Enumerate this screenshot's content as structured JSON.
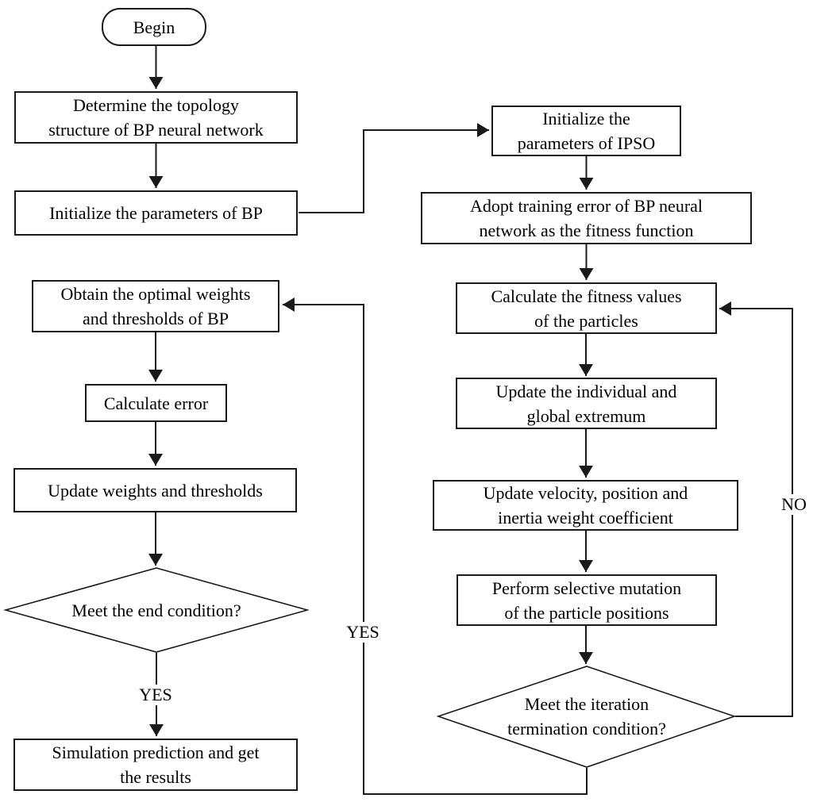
{
  "title": "IPSO-BP neural network flowchart",
  "colors": {
    "stroke": "#1a1a1a",
    "background": "#ffffff",
    "text": "#000000"
  },
  "nodes": {
    "begin": {
      "label": "Begin"
    },
    "determine_topology": {
      "label": [
        "Determine the topology",
        "structure of BP neural network"
      ]
    },
    "init_bp": {
      "label": "Initialize the parameters of BP"
    },
    "obtain_optimal": {
      "label": [
        "Obtain the optimal weights",
        "and thresholds of BP"
      ]
    },
    "calc_error": {
      "label": "Calculate error"
    },
    "update_weights": {
      "label": "Update weights and thresholds"
    },
    "end_condition": {
      "label": "Meet the end condition?"
    },
    "simulation": {
      "label": [
        "Simulation prediction and get",
        "the results"
      ]
    },
    "init_ipso": {
      "label": [
        "Initialize the",
        "parameters of IPSO"
      ]
    },
    "adopt_error": {
      "label": [
        "Adopt training error of BP neural",
        "network as the fitness function"
      ]
    },
    "calc_fitness": {
      "label": [
        "Calculate the fitness values",
        "of the particles"
      ]
    },
    "update_extremum": {
      "label": [
        "Update the individual and",
        "global extremum"
      ]
    },
    "update_velocity": {
      "label": [
        "Update velocity, position and",
        "inertia weight coefficient"
      ]
    },
    "mutation": {
      "label": [
        "Perform selective mutation",
        "of the particle positions"
      ]
    },
    "iteration_condition": {
      "label": [
        "Meet the iteration",
        "termination condition?"
      ]
    }
  },
  "edge_labels": {
    "yes_to_simulation": "YES",
    "yes_loop": "YES",
    "no_loop": "NO"
  }
}
